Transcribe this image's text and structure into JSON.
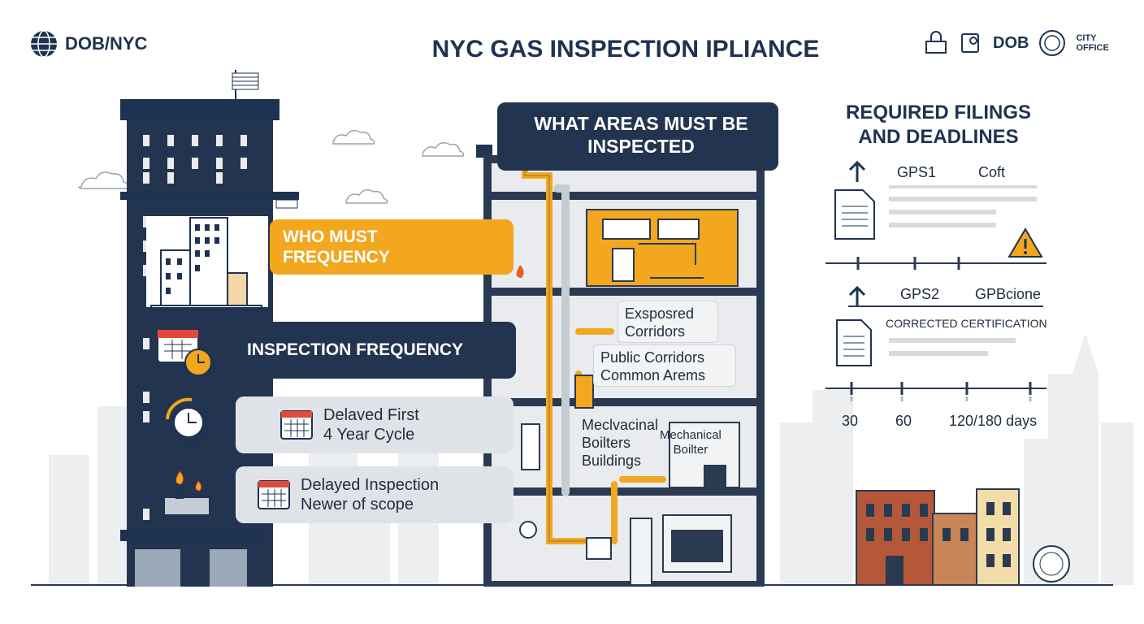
{
  "header": {
    "brand": "DOB/NYC",
    "title": "NYC GAS INSPECTION IPLIANCE",
    "dob_label": "DOB",
    "city_office": [
      "CITY",
      "OFFICE"
    ]
  },
  "left_panel": {
    "who_callout": [
      "WHO MUST",
      "FREQUENCY"
    ],
    "frequency_callout": "INSPECTION FREQUENCY",
    "delayed_first": [
      "Delaved First",
      "4 Year Cycle"
    ],
    "delayed_inspection": [
      "Delayed Inspection",
      "Newer of scope"
    ]
  },
  "building_section": {
    "title": [
      "WHAT AREAS MUST BE",
      "INSPECTED"
    ],
    "exposed": [
      "Exsposred",
      "Corridors"
    ],
    "public": [
      "Public Corridors",
      "Common Arems"
    ],
    "mech_text": [
      "Meclvacinal",
      "Boilters",
      "Buildings"
    ],
    "mech_boiler": [
      "Mechanical",
      "Boilter"
    ]
  },
  "filings": {
    "title": [
      "REQUIRED FILINGS",
      "AND DEADLINES"
    ],
    "gps1_label": "GPS1",
    "gps1_right": "Coft",
    "gps2_label": "GPS2",
    "gps2_right": "GPBcione",
    "corrected": "CORRECTED CERTIFICATION",
    "day_ticks": [
      "30",
      "60",
      "120/180 days"
    ]
  },
  "colors": {
    "navy": "#22344f",
    "orange": "#f2a71f",
    "light": "#dfe3e8",
    "skyline": "#e6e8eb"
  },
  "icons": [
    "globe-logo-icon",
    "lock-icon",
    "document-icon",
    "city-seal-icon",
    "calendar-icon",
    "clock-icon",
    "cycle-icon",
    "flame-icon",
    "warning-icon",
    "arrow-up-icon",
    "flag-icon"
  ]
}
